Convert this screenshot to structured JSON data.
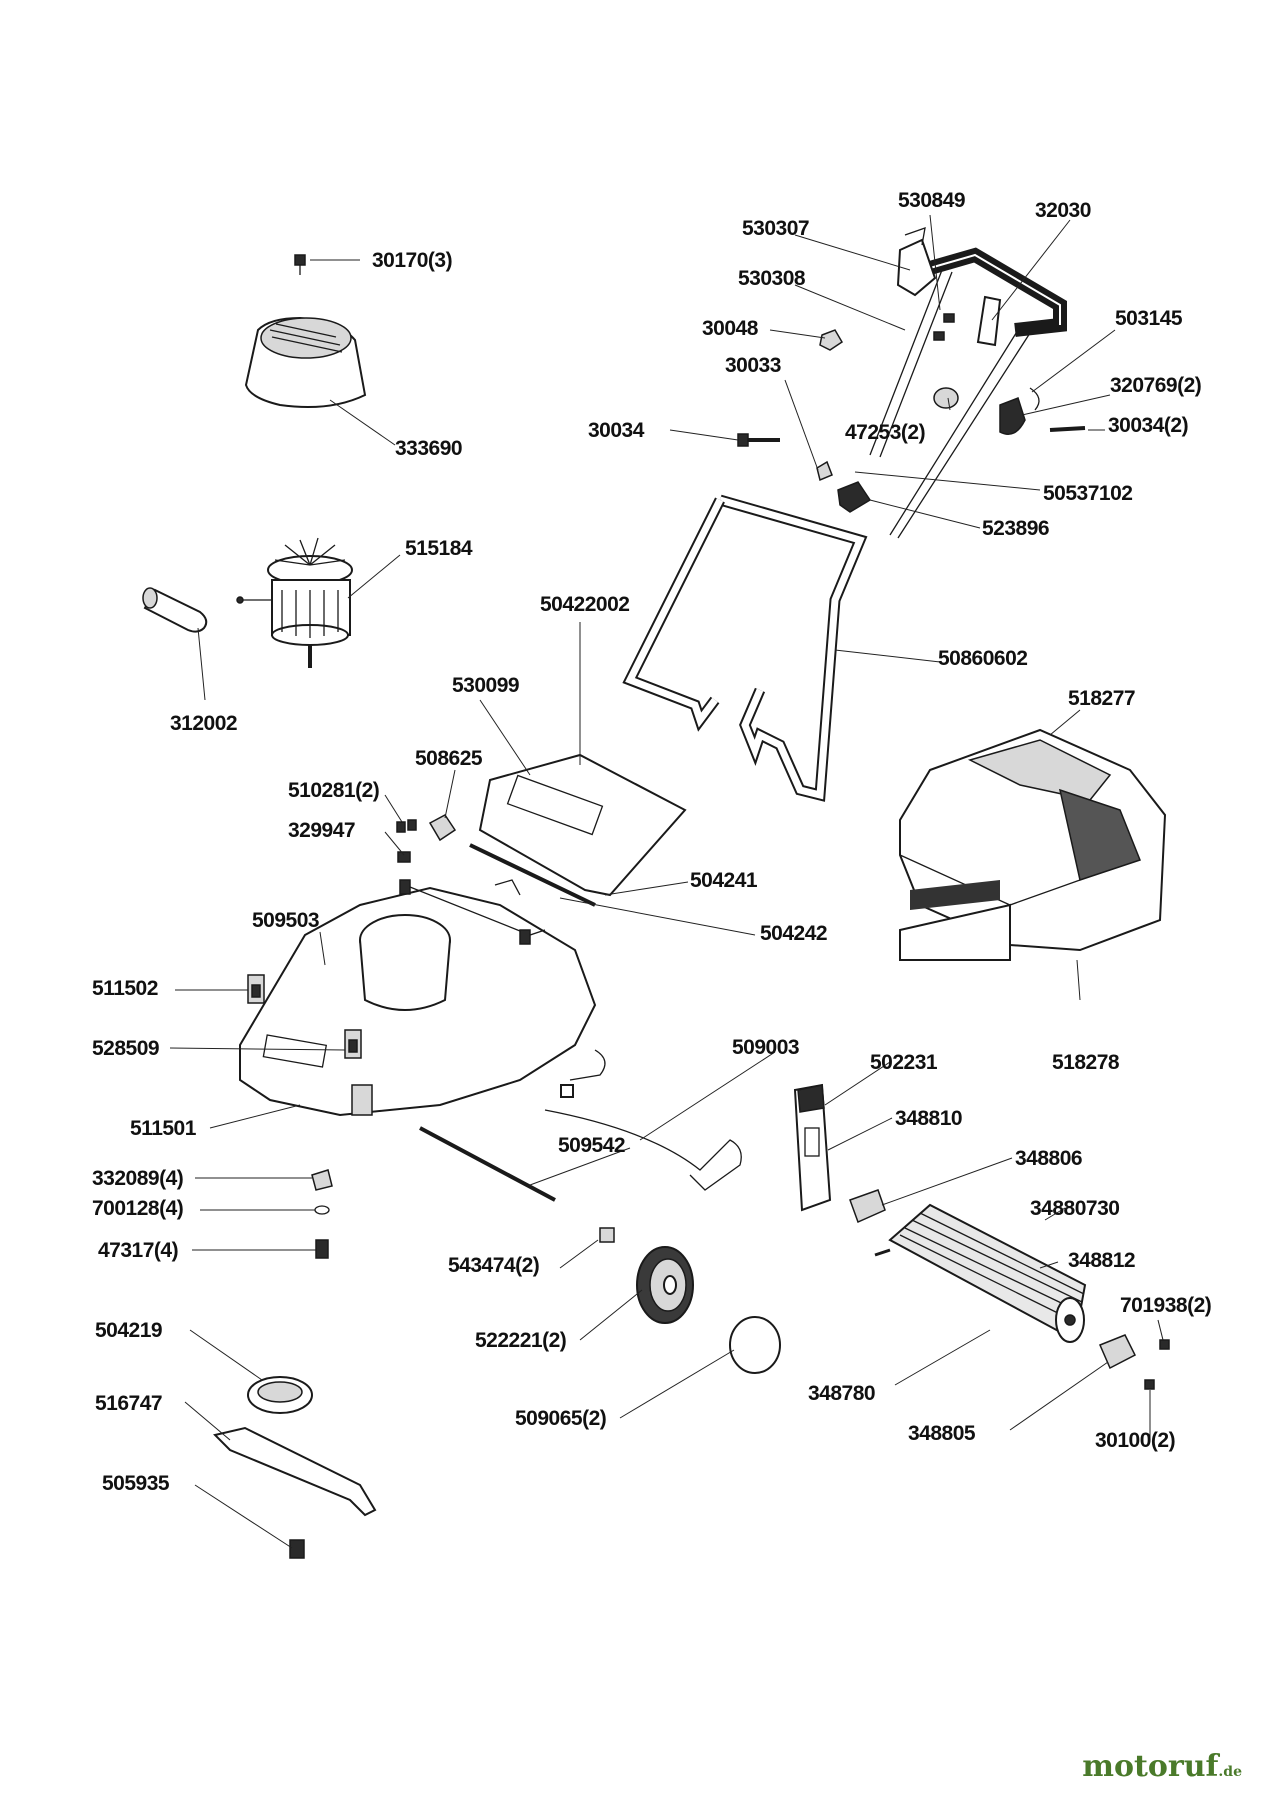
{
  "parts": [
    {
      "id": "p30170",
      "label": "30170(3)"
    },
    {
      "id": "p333690",
      "label": "333690"
    },
    {
      "id": "p530307",
      "label": "530307"
    },
    {
      "id": "p530849",
      "label": "530849"
    },
    {
      "id": "p32030",
      "label": "32030"
    },
    {
      "id": "p530308",
      "label": "530308"
    },
    {
      "id": "p30048",
      "label": "30048"
    },
    {
      "id": "p503145",
      "label": "503145"
    },
    {
      "id": "p30033",
      "label": "30033"
    },
    {
      "id": "p320769",
      "label": "320769(2)"
    },
    {
      "id": "p30034",
      "label": "30034"
    },
    {
      "id": "p47253",
      "label": "47253(2)"
    },
    {
      "id": "p30034b",
      "label": "30034(2)"
    },
    {
      "id": "p50537102",
      "label": "50537102"
    },
    {
      "id": "p523896",
      "label": "523896"
    },
    {
      "id": "p515184",
      "label": "515184"
    },
    {
      "id": "p312002",
      "label": "312002"
    },
    {
      "id": "p50422002",
      "label": "50422002"
    },
    {
      "id": "p50860602",
      "label": "50860602"
    },
    {
      "id": "p530099",
      "label": "530099"
    },
    {
      "id": "p518277",
      "label": "518277"
    },
    {
      "id": "p508625",
      "label": "508625"
    },
    {
      "id": "p510281",
      "label": "510281(2)"
    },
    {
      "id": "p329947",
      "label": "329947"
    },
    {
      "id": "p504241",
      "label": "504241"
    },
    {
      "id": "p509503",
      "label": "509503"
    },
    {
      "id": "p504242",
      "label": "504242"
    },
    {
      "id": "p511502",
      "label": "511502"
    },
    {
      "id": "p528509",
      "label": "528509"
    },
    {
      "id": "p509003",
      "label": "509003"
    },
    {
      "id": "p502231",
      "label": "502231"
    },
    {
      "id": "p518278",
      "label": "518278"
    },
    {
      "id": "p511501",
      "label": "511501"
    },
    {
      "id": "p348810",
      "label": "348810"
    },
    {
      "id": "p509542",
      "label": "509542"
    },
    {
      "id": "p348806",
      "label": "348806"
    },
    {
      "id": "p332089",
      "label": "332089(4)"
    },
    {
      "id": "p700128",
      "label": "700128(4)"
    },
    {
      "id": "p34880730",
      "label": "34880730"
    },
    {
      "id": "p47317",
      "label": "47317(4)"
    },
    {
      "id": "p543474",
      "label": "543474(2)"
    },
    {
      "id": "p348812",
      "label": "348812"
    },
    {
      "id": "p701938",
      "label": "701938(2)"
    },
    {
      "id": "p504219",
      "label": "504219"
    },
    {
      "id": "p522221",
      "label": "522221(2)"
    },
    {
      "id": "p516747",
      "label": "516747"
    },
    {
      "id": "p348780",
      "label": "348780"
    },
    {
      "id": "p509065",
      "label": "509065(2)"
    },
    {
      "id": "p348805",
      "label": "348805"
    },
    {
      "id": "p30100",
      "label": "30100(2)"
    },
    {
      "id": "p505935",
      "label": "505935"
    }
  ],
  "watermark": {
    "brand": "motoruf",
    "tld": ".de"
  }
}
